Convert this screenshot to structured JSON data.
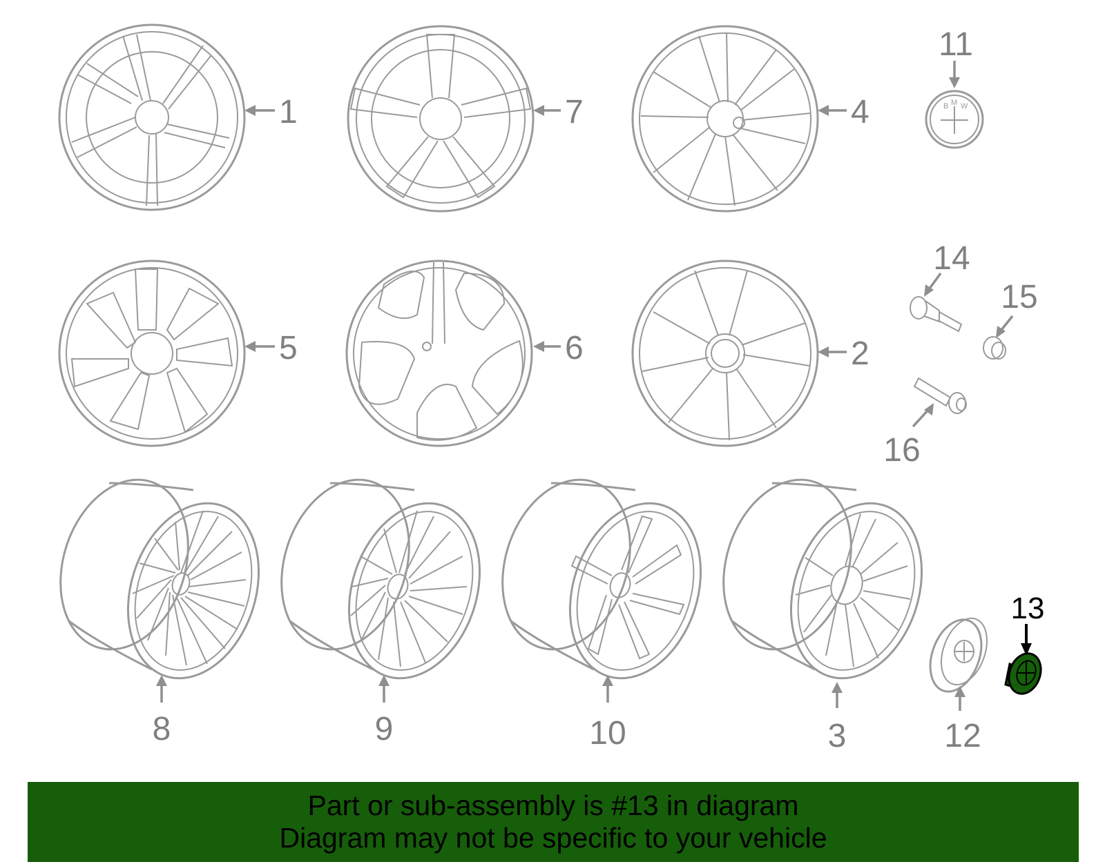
{
  "diagram": {
    "callouts": [
      "1",
      "7",
      "4",
      "11",
      "5",
      "6",
      "2",
      "14",
      "15",
      "16",
      "8",
      "9",
      "10",
      "3",
      "12",
      "13"
    ],
    "highlighted_part": "13",
    "highlight_color": "#175e0b"
  },
  "emblem": {
    "letters": [
      "B",
      "M",
      "W"
    ]
  },
  "banner": {
    "line1": "Part or sub-assembly is #13 in diagram",
    "line2": "Diagram may not be specific to your vehicle"
  }
}
